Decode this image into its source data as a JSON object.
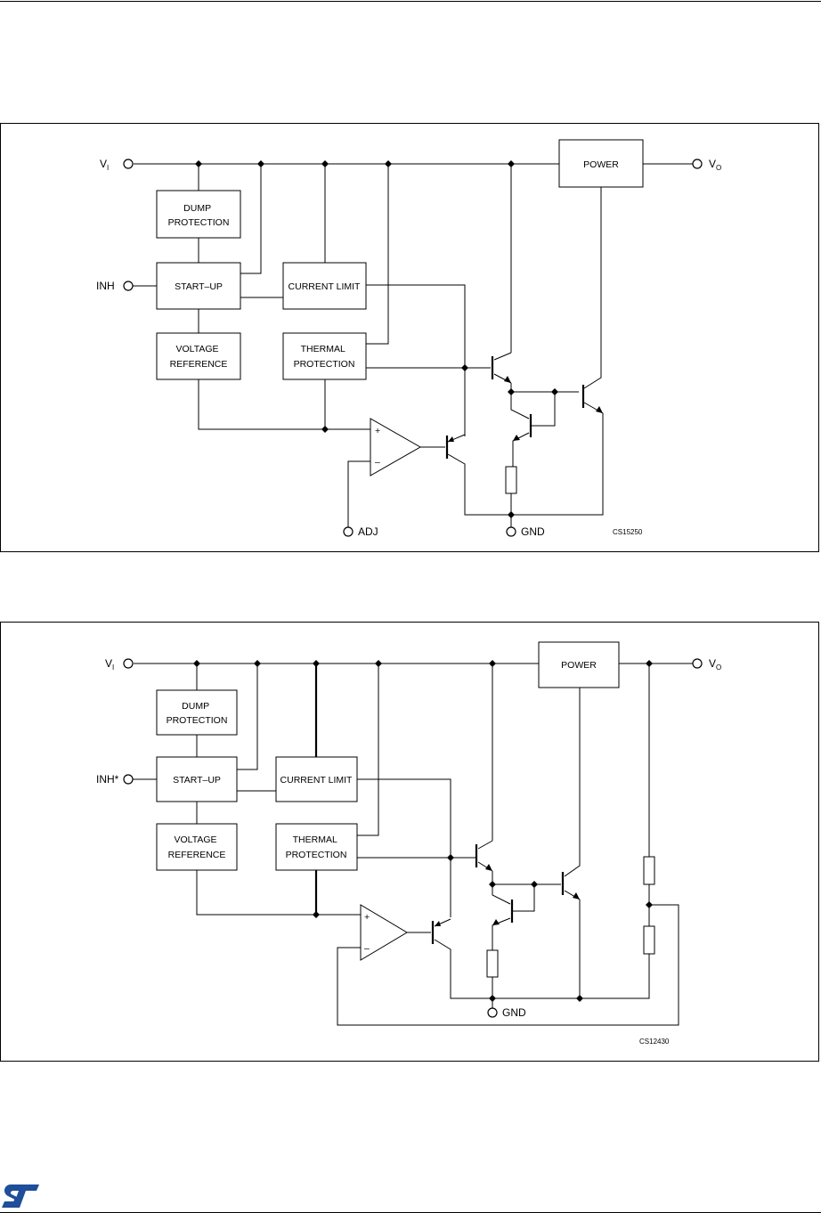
{
  "diagram_1": {
    "pins": {
      "vi_main": "V",
      "vi_sub": "I",
      "vo_main": "V",
      "vo_sub": "O",
      "inh": "INH",
      "adj": "ADJ",
      "gnd": "GND"
    },
    "blocks": {
      "dump_l1": "DUMP",
      "dump_l2": "PROTECTION",
      "startup": "START–UP",
      "volt_l1": "VOLTAGE",
      "volt_l2": "REFERENCE",
      "current_limit": "CURRENT  LIMIT",
      "thermal_l1": "THERMAL",
      "thermal_l2": "PROTECTION",
      "power": "POWER"
    },
    "opamp": {
      "plus": "+",
      "minus": "–"
    },
    "code": "CS15250"
  },
  "diagram_2": {
    "pins": {
      "vi_main": "V",
      "vi_sub": "I",
      "vo_main": "V",
      "vo_sub": "O",
      "inh": "INH*",
      "gnd": "GND"
    },
    "blocks": {
      "dump_l1": "DUMP",
      "dump_l2": "PROTECTION",
      "startup": "START–UP",
      "volt_l1": "VOLTAGE",
      "volt_l2": "REFERENCE",
      "current_limit": "CURRENT LIMIT",
      "thermal_l1": "THERMAL",
      "thermal_l2": "PROTECTION",
      "power": "POWER"
    },
    "opamp": {
      "plus": "+",
      "minus": "–"
    },
    "code": "CS12430"
  },
  "logo": {
    "icon": "st-logo-icon",
    "color": "#1f4e9a"
  }
}
